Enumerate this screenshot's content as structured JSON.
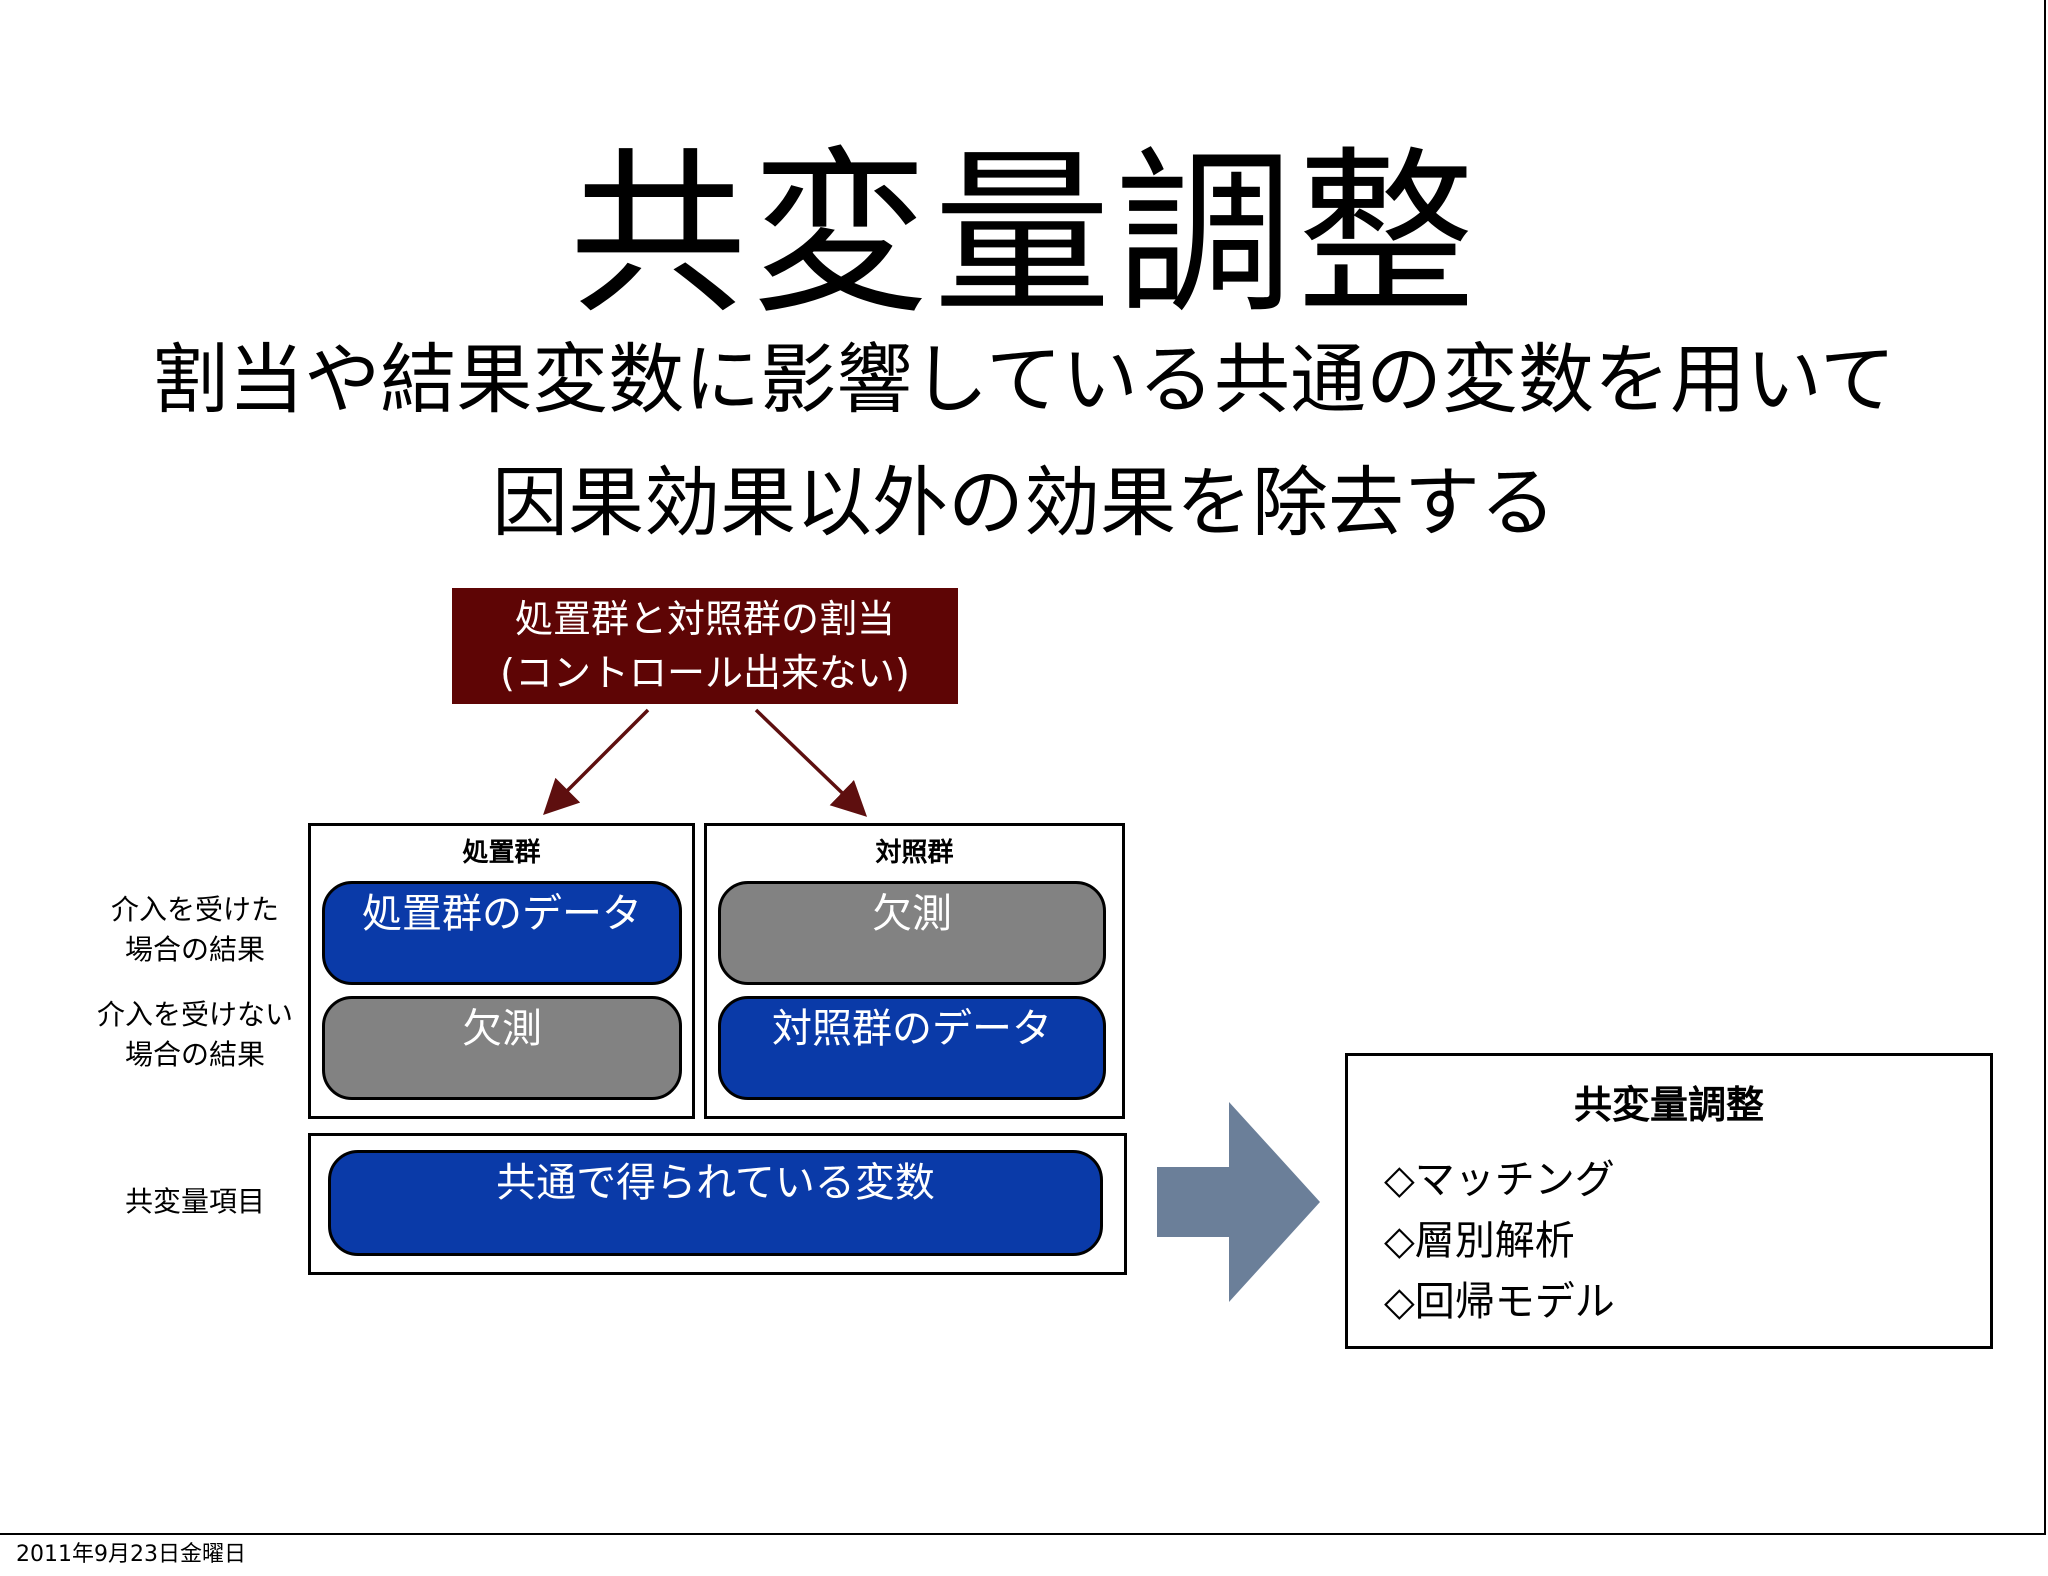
{
  "slide": {
    "title": "共変量調整",
    "subtitle_line1": "割当や結果変数に影響している共通の変数を用いて",
    "subtitle_line2": "因果効果以外の効果を除去する"
  },
  "assignment": {
    "line1": "処置群と対照群の割当",
    "line2": "(コントロール出来ない)"
  },
  "groups": {
    "treatment_label": "処置群",
    "control_label": "対照群"
  },
  "row_labels": {
    "intervened_line1": "介入を受けた",
    "intervened_line2": "場合の結果",
    "not_intervened_line1": "介入を受けない",
    "not_intervened_line2": "場合の結果",
    "covariate": "共変量項目"
  },
  "cells": {
    "treatment_data": "処置群のデータ",
    "treatment_missing": "欠測",
    "control_missing": "欠測",
    "control_data": "対照群のデータ",
    "common_variables": "共通で得られている変数"
  },
  "result": {
    "title": "共変量調整",
    "items": [
      "◇マッチング",
      "◇層別解析",
      "◇回帰モデル"
    ]
  },
  "colors": {
    "assignment_bg": "#5e0505",
    "blue_cell": "#0a3aa8",
    "grey_cell": "#828282",
    "big_arrow": "#6b7f99",
    "small_arrows": "#5e0f0f"
  },
  "footer": {
    "date": "2011年9月23日金曜日"
  }
}
